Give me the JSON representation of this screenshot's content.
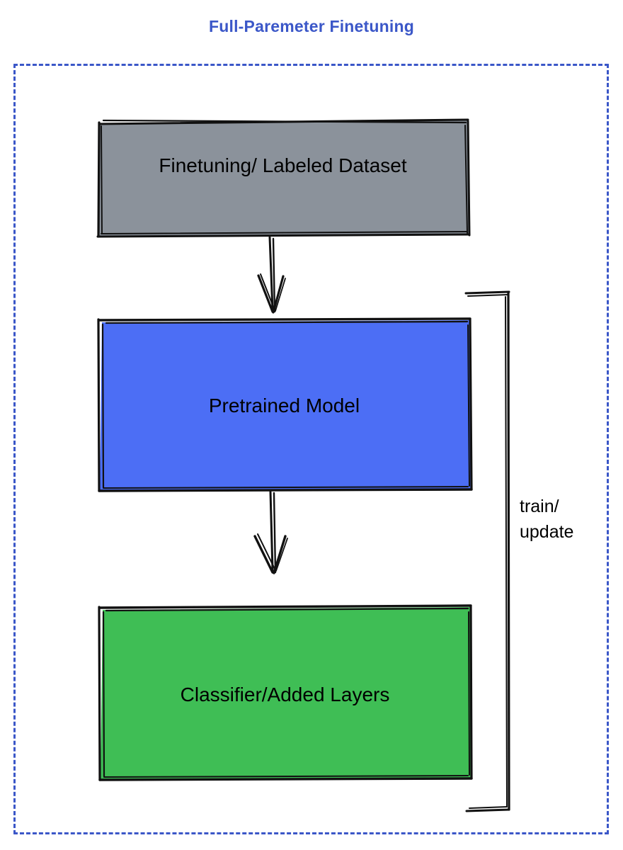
{
  "diagram": {
    "title": "Full-Paremeter Finetuning",
    "title_color": "#3b57c8",
    "frame": {
      "style": "dashed",
      "color": "#3b57c8"
    },
    "nodes": [
      {
        "id": "dataset",
        "label": "Finetuning/ Labeled Dataset",
        "fill": "#8b929b",
        "stroke": "#000000",
        "shape": "rectangle"
      },
      {
        "id": "pretrained",
        "label": "Pretrained Model",
        "fill": "#4c6ef5",
        "stroke": "#000000",
        "shape": "rectangle"
      },
      {
        "id": "classifier",
        "label": "Classifier/Added Layers",
        "fill": "#3fbe55",
        "stroke": "#000000",
        "shape": "rectangle"
      }
    ],
    "edges": [
      {
        "id": "dataset-to-pretrained",
        "from": "dataset",
        "to": "pretrained",
        "label": "",
        "arrow": "down"
      },
      {
        "id": "pretrained-to-classifier",
        "from": "pretrained",
        "to": "classifier",
        "label": "",
        "arrow": "down"
      },
      {
        "id": "feedback-loop",
        "from": "classifier",
        "to": "pretrained",
        "label_line1": "train/",
        "label_line2": "update",
        "arrow": "none"
      }
    ]
  }
}
